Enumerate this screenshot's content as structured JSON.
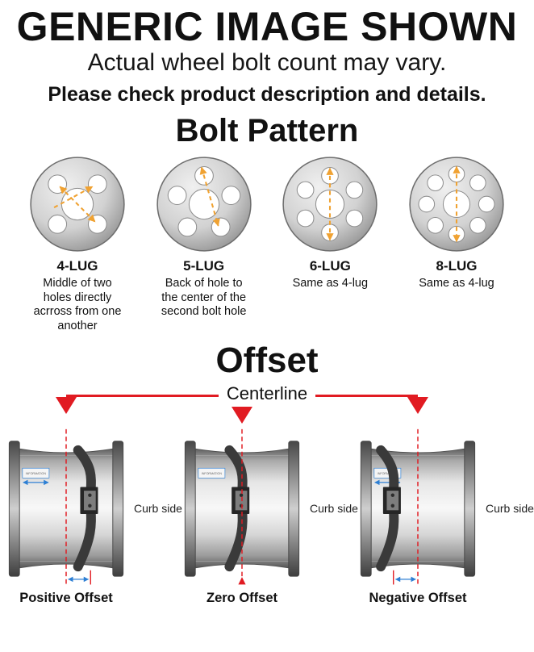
{
  "header": {
    "title": "GENERIC IMAGE SHOWN",
    "subtitle": "Actual wheel bolt count may vary.",
    "note": "Please check product description and details."
  },
  "bolt_pattern": {
    "heading": "Bolt Pattern",
    "items": [
      {
        "label": "4-LUG",
        "description": "Middle of two holes directly acrross from one another"
      },
      {
        "label": "5-LUG",
        "description": "Back of hole to the center of the second bolt hole"
      },
      {
        "label": "6-LUG",
        "description": "Same as 4-lug"
      },
      {
        "label": "8-LUG",
        "description": "Same as 4-lug"
      }
    ]
  },
  "offset": {
    "heading": "Offset",
    "centerline_label": "Centerline",
    "curb_side_label": "Curb side",
    "rim_sticker_label": "INFORMATION",
    "items": [
      {
        "label": "Positive Offset"
      },
      {
        "label": "Zero Offset"
      },
      {
        "label": "Negative Offset"
      }
    ]
  },
  "colors": {
    "centerline_red": "#e11b22",
    "measure_orange": "#f0a232",
    "arrow_blue": "#2d7fd4"
  }
}
